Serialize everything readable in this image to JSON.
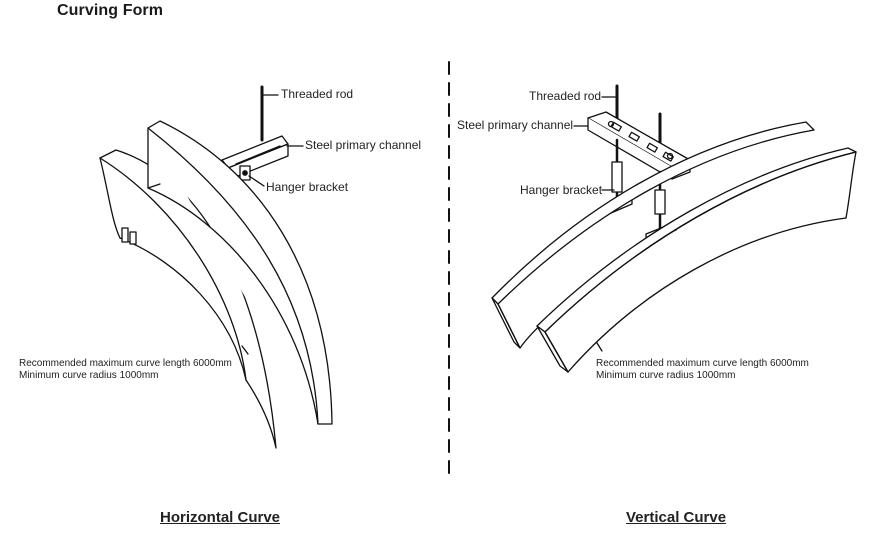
{
  "title": "Curving Form",
  "horizontal": {
    "caption": "Horizontal Curve",
    "labels": {
      "threaded_rod": "Threaded rod",
      "steel_primary_channel": "Steel primary channel",
      "hanger_bracket": "Hanger bracket"
    },
    "note_line1": "Recommended maximum curve length 6000mm",
    "note_line2": "Minimum curve radius 1000mm"
  },
  "vertical": {
    "caption": "Vertical Curve",
    "labels": {
      "threaded_rod": "Threaded rod",
      "steel_primary_channel": "Steel primary channel",
      "hanger_bracket": "Hanger bracket"
    },
    "note_line1": "Recommended maximum curve length 6000mm",
    "note_line2": "Minimum curve radius 1000mm"
  }
}
